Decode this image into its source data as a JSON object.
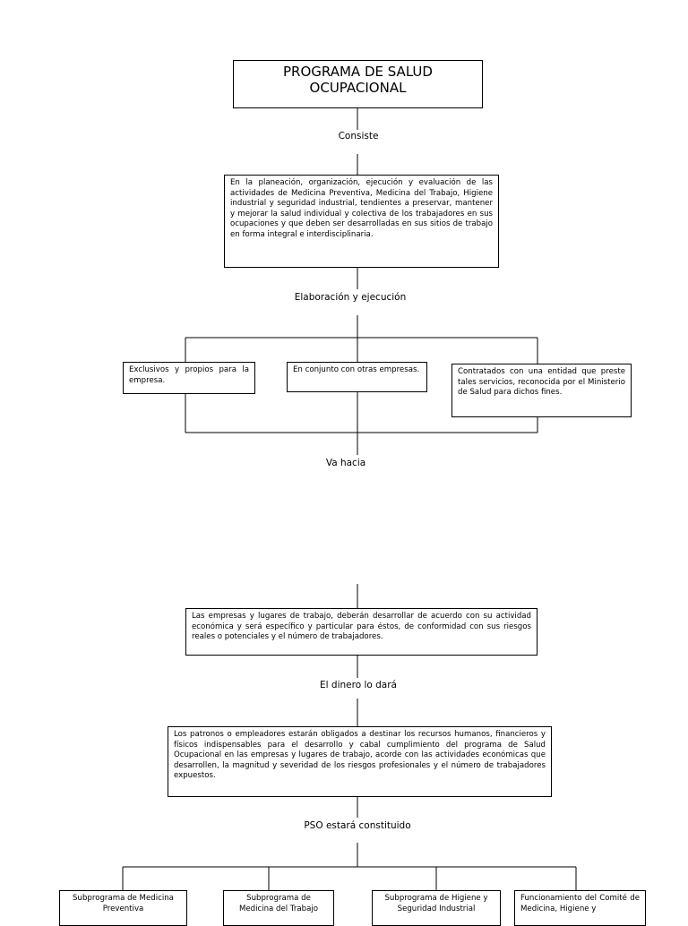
{
  "title": "PROGRAMA DE SALUD\nOCUPACIONAL",
  "labels": {
    "consiste": "Consiste",
    "elaboracion": "Elaboración y ejecución",
    "va_hacia": "Va hacia",
    "dinero": "El dinero lo dará",
    "pso": "PSO estará constituido"
  },
  "boxes": {
    "definicion": "En la planeación, organización, ejecución y evaluación de las actividades de Medicina Preventiva, Medicina del Trabajo, Higiene industrial y seguridad industrial, tendientes a preservar, mantener y mejorar la salud individual y colectiva de los trabajadores en sus ocupaciones y que deben ser desarrolladas en sus sitios de trabajo en forma integral e interdisciplinaria.",
    "exclusivos": "Exclusivos y propios para la empresa.",
    "conjunto": "En conjunto con otras empresas.",
    "contratados": "Contratados con una entidad que preste tales servicios, reconocida por el Ministerio de Salud para dichos fines.",
    "empresas": "Las empresas y lugares de trabajo, deberán desarrollar de acuerdo con su actividad económica y será específico y particular para éstos, de conformidad con sus riesgos reales o potenciales y el número de trabajadores.",
    "patronos": "Los patronos o empleadores estarán obligados a destinar los recursos humanos, financieros y físicos indispensables para el desarrollo y cabal cumplimiento del programa de Salud Ocupacional en las empresas y lugares de trabajo, acorde con las actividades económicas que desarrollen, la magnitud y severidad de los riesgos profesionales y el número de trabajadores expuestos."
  },
  "subprogramas": [
    "Subprograma de Medicina\nPreventiva",
    "Subprograma de\nMedicina del Trabajo",
    "Subprograma de Higiene y\nSeguridad Industrial",
    "Funcionamiento del Comité de Medicina, Higiene y"
  ]
}
